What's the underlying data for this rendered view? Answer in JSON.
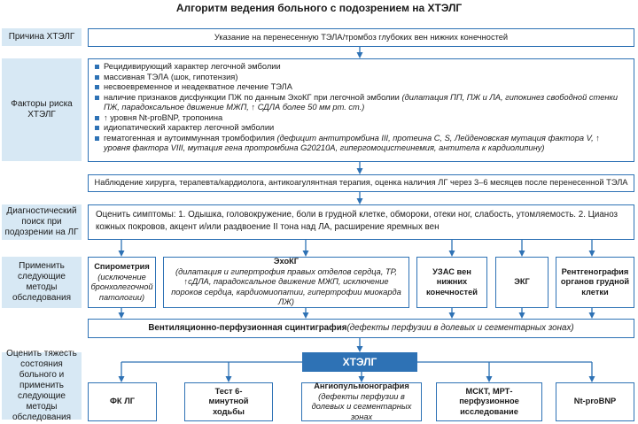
{
  "title": "Алгоритм ведения больного с подозрением на ХТЭЛГ",
  "rows": {
    "cause": {
      "label": "Причина ХТЭЛГ",
      "text": "Указание на перенесенную ТЭЛА/тромбоз глубоких вен нижних конечностей"
    },
    "risk": {
      "label": "Факторы риска ХТЭЛГ",
      "items": [
        {
          "text": "Рецидивирующий характер легочной эмболии",
          "note": ""
        },
        {
          "text": "массивная ТЭЛА (шок, гипотензия)",
          "note": ""
        },
        {
          "text": "несвоевременное и неадекватное лечение ТЭЛА",
          "note": ""
        },
        {
          "text": "наличие признаков дисфункции ПЖ по данным ЭхоКГ при легочной эмболии ",
          "note": "(дилатация ПП, ПЖ и ЛА, гипокинез свободной стенки ПЖ, парадоксальное движение МЖП, ↑ СДЛА более 50 мм рт. ст.)"
        },
        {
          "text": "↑ уровня Nt-proBNP, тропонина",
          "note": ""
        },
        {
          "text": "идиопатический характер легочной эмболии",
          "note": ""
        },
        {
          "text": "гематогенная и аутоиммунная тромбофилия ",
          "note": "(дефицит антитромбина III, протеина C, S, Лейденовская мутация фактора V, ↑ уровня фактора VIII, мутация гена протромбина G20210A, гипергомоцистеинемия, антитела к кардиолипину)"
        }
      ]
    },
    "observe": {
      "text": "Наблюдение хирурга, терапевта/кардиолога, антикоагулянтная терапия, оценка наличия ЛГ через 3–6 месяцев после перенесенной ТЭЛА"
    },
    "diag": {
      "label": "Диагностический поиск при подозрении на ЛГ",
      "text": "Оценить симптомы: 1. Одышка, головокружение, боли в грудной клетке, обмороки, отеки ног, слабость, утомляемость. 2. Цианоз кожных покровов, акцент и/или раздвоение II тона над ЛА, расширение яремных вен"
    },
    "methods": {
      "label": "Применить следующие методы обследования",
      "spiro": {
        "title": "Спирометрия",
        "note": "(исключение бронхолегочной патологии)"
      },
      "echo": {
        "title": "ЭхоКГ",
        "note": "(дилатация и гипертрофия правых отделов сердца, ТР, ↑сДЛА, парадоксальное движение МЖП, исключение пороков сердца, кардиомиопатии, гипертрофии миокарда ЛЖ)"
      },
      "uzas": {
        "title": "УЗАС вен нижних конечностей"
      },
      "ekg": {
        "title": "ЭКГ"
      },
      "xray": {
        "title": "Рентгенография органов грудной клетки"
      }
    },
    "vp": {
      "title": "Вентиляционно-перфузионная сцинтиграфия",
      "note": " (дефекты перфузии в долевых и сегментарных зонах)"
    },
    "severity": {
      "label": "Оценить тяжесть состояния больного и применить следующие методы обследования",
      "center": "ХТЭЛГ",
      "fk": {
        "title": "ФК ЛГ"
      },
      "walk": {
        "title": "Тест 6-минутной ходьбы"
      },
      "angio": {
        "title": "Ангиопульмонография",
        "note": "(дефекты перфузии в долевых и сегментарных зонах"
      },
      "mskt": {
        "title": "МСКТ, МРТ-перфузионное исследование"
      },
      "bnp": {
        "title": "Nt-proBNP"
      }
    }
  },
  "colors": {
    "accent": "#2e72b5",
    "label_bg": "#d7e8f4"
  }
}
